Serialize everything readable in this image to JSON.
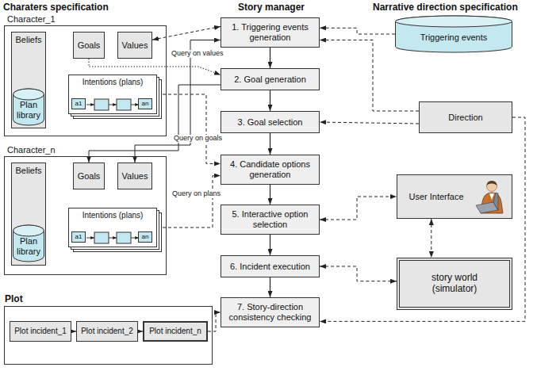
{
  "diagram": {
    "nodes": [
      {
        "text": [
          "Character_1"
        ]
      },
      {
        "text": [
          "Beliefs"
        ],
        "in": 0
      },
      {
        "text": [
          "Plan library"
        ],
        "in": 1
      },
      {
        "text": [
          "Goals"
        ],
        "in": 0
      },
      {
        "text": [
          "Values"
        ],
        "in": 0
      },
      {
        "text": [
          "Intentions (plans)"
        ],
        "in": 0
      },
      {
        "text": [
          "a1"
        ],
        "in": 5
      },
      {
        "text": [
          "an"
        ],
        "in": 5
      },
      {
        "text": [
          "Character_n"
        ]
      },
      {
        "text": [
          "Beliefs"
        ],
        "in": 8
      },
      {
        "text": [
          "Plan library"
        ],
        "in": 9
      },
      {
        "text": [
          "Goals"
        ],
        "in": 8
      },
      {
        "text": [
          "Values"
        ],
        "in": 8
      },
      {
        "text": [
          "Intentions (plans)"
        ],
        "in": 8
      },
      {
        "text": [
          "a1"
        ],
        "in": 13
      },
      {
        "text": [
          "an"
        ],
        "in": 13
      },
      {
        "text": [
          "Plot"
        ]
      },
      {
        "text": [
          "Plot incident_1"
        ],
        "in": 16
      },
      {
        "text": [
          "Plot incident_2"
        ],
        "in": 16
      },
      {
        "text": [
          "Plot incident_n"
        ],
        "in": 16
      },
      {
        "text": [
          "1. Triggering events generation"
        ]
      },
      {
        "text": [
          "2. Goal generation"
        ]
      },
      {
        "text": [
          "3. Goal selection"
        ]
      },
      {
        "text": [
          "4. Candidate options generation"
        ]
      },
      {
        "text": [
          "5. Interactive option selection"
        ]
      },
      {
        "text": [
          "6. Incident execution"
        ]
      },
      {
        "text": [
          "7. Story-direction consistency checking"
        ]
      },
      {
        "text": [
          "Triggering events"
        ]
      },
      {
        "text": [
          "Direction"
        ]
      },
      {
        "text": [
          "User Interface"
        ]
      },
      {
        "text": [
          "story world (simulator)"
        ]
      }
    ],
    "edges": [
      {
        "from": 20,
        "to": 21,
        "arrow": "to"
      },
      {
        "from": 21,
        "to": 22,
        "arrow": "to"
      },
      {
        "from": 22,
        "to": 23,
        "arrow": "to"
      },
      {
        "from": 23,
        "to": 24,
        "arrow": "to"
      },
      {
        "from": 24,
        "to": 25,
        "arrow": "to"
      },
      {
        "from": 25,
        "to": 26,
        "arrow": "to"
      },
      {
        "from": 27,
        "to": 20,
        "arrow": "to"
      },
      {
        "from": 4,
        "to": 20,
        "label": "Query on values",
        "arrow": "both"
      },
      {
        "from": 3,
        "to": 21,
        "arrow": "to"
      },
      {
        "from": 21,
        "to": 11,
        "label": "Query on goals",
        "arrow": "to"
      },
      {
        "from": 20,
        "to": 12,
        "arrow": "both"
      },
      {
        "from": 5,
        "to": 23,
        "label": "Query on plans",
        "arrow": "to"
      },
      {
        "from": 13,
        "to": 23,
        "arrow": "to"
      },
      {
        "from": 28,
        "to": 20,
        "arrow": "to"
      },
      {
        "from": 28,
        "to": 22,
        "arrow": "to"
      },
      {
        "from": 28,
        "to": 26,
        "arrow": "to"
      },
      {
        "from": 24,
        "to": 29,
        "arrow": "both"
      },
      {
        "from": 29,
        "to": 30,
        "arrow": "both"
      },
      {
        "from": 25,
        "to": 30,
        "arrow": "both"
      },
      {
        "from": 19,
        "to": 26,
        "arrow": "to"
      },
      {
        "from": 17,
        "to": 18,
        "arrow": "to"
      },
      {
        "from": 18,
        "to": 19,
        "arrow": "to"
      }
    ],
    "labels": [
      "Charaters specification",
      "Story manager",
      "Narrative direction specification"
    ]
  }
}
